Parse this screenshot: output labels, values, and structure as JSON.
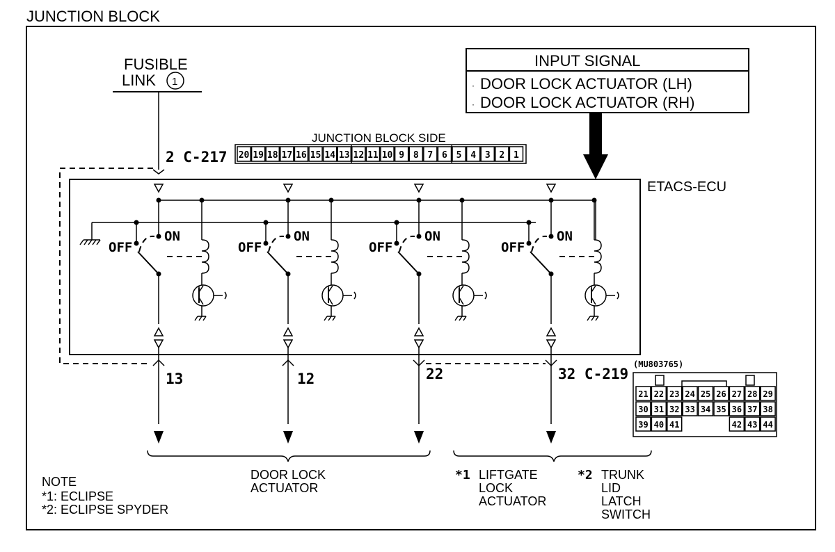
{
  "title": "JUNCTION BLOCK",
  "fusible_link": {
    "line1": "FUSIBLE",
    "line2": "LINK",
    "number": "1"
  },
  "input_signal": {
    "header": "INPUT SIGNAL",
    "items": [
      "DOOR LOCK ACTUATOR (LH)",
      "DOOR LOCK ACTUATOR (RH)"
    ]
  },
  "junction_block_side_label": "JUNCTION BLOCK SIDE",
  "connector_c217": {
    "label": "2 C-217",
    "pins": [
      "20",
      "19",
      "18",
      "17",
      "16",
      "15",
      "14",
      "13",
      "12",
      "11",
      "10",
      "9",
      "8",
      "7",
      "6",
      "5",
      "4",
      "3",
      "2",
      "1"
    ]
  },
  "ecu_label": "ETACS-ECU",
  "relays": [
    {
      "off": "OFF",
      "on": "ON"
    },
    {
      "off": "OFF",
      "on": "ON"
    },
    {
      "off": "OFF",
      "on": "ON"
    },
    {
      "off": "OFF",
      "on": "ON"
    }
  ],
  "outputs": [
    "13",
    "12",
    "22",
    "32 C-219"
  ],
  "connector_c219": {
    "part": "(MU803765)",
    "rows": [
      [
        "21",
        "22",
        "23",
        "24",
        "25",
        "26",
        "27",
        "28",
        "29"
      ],
      [
        "30",
        "31",
        "32",
        "33",
        "34",
        "35",
        "36",
        "37",
        "38"
      ],
      [
        "39",
        "40",
        "41",
        "",
        "",
        "",
        "42",
        "43",
        "44"
      ]
    ]
  },
  "door_lock_actuator": {
    "line1": "DOOR LOCK",
    "line2": "ACTUATOR"
  },
  "liftgate": {
    "mark": "*1",
    "line1": "LIFTGATE",
    "line2": "LOCK",
    "line3": "ACTUATOR"
  },
  "trunk": {
    "mark": "*2",
    "line1": "TRUNK",
    "line2": "LID",
    "line3": "LATCH",
    "line4": "SWITCH"
  },
  "note": {
    "heading": "NOTE",
    "line1": "*1: ECLIPSE",
    "line2": "*2: ECLIPSE SPYDER"
  }
}
